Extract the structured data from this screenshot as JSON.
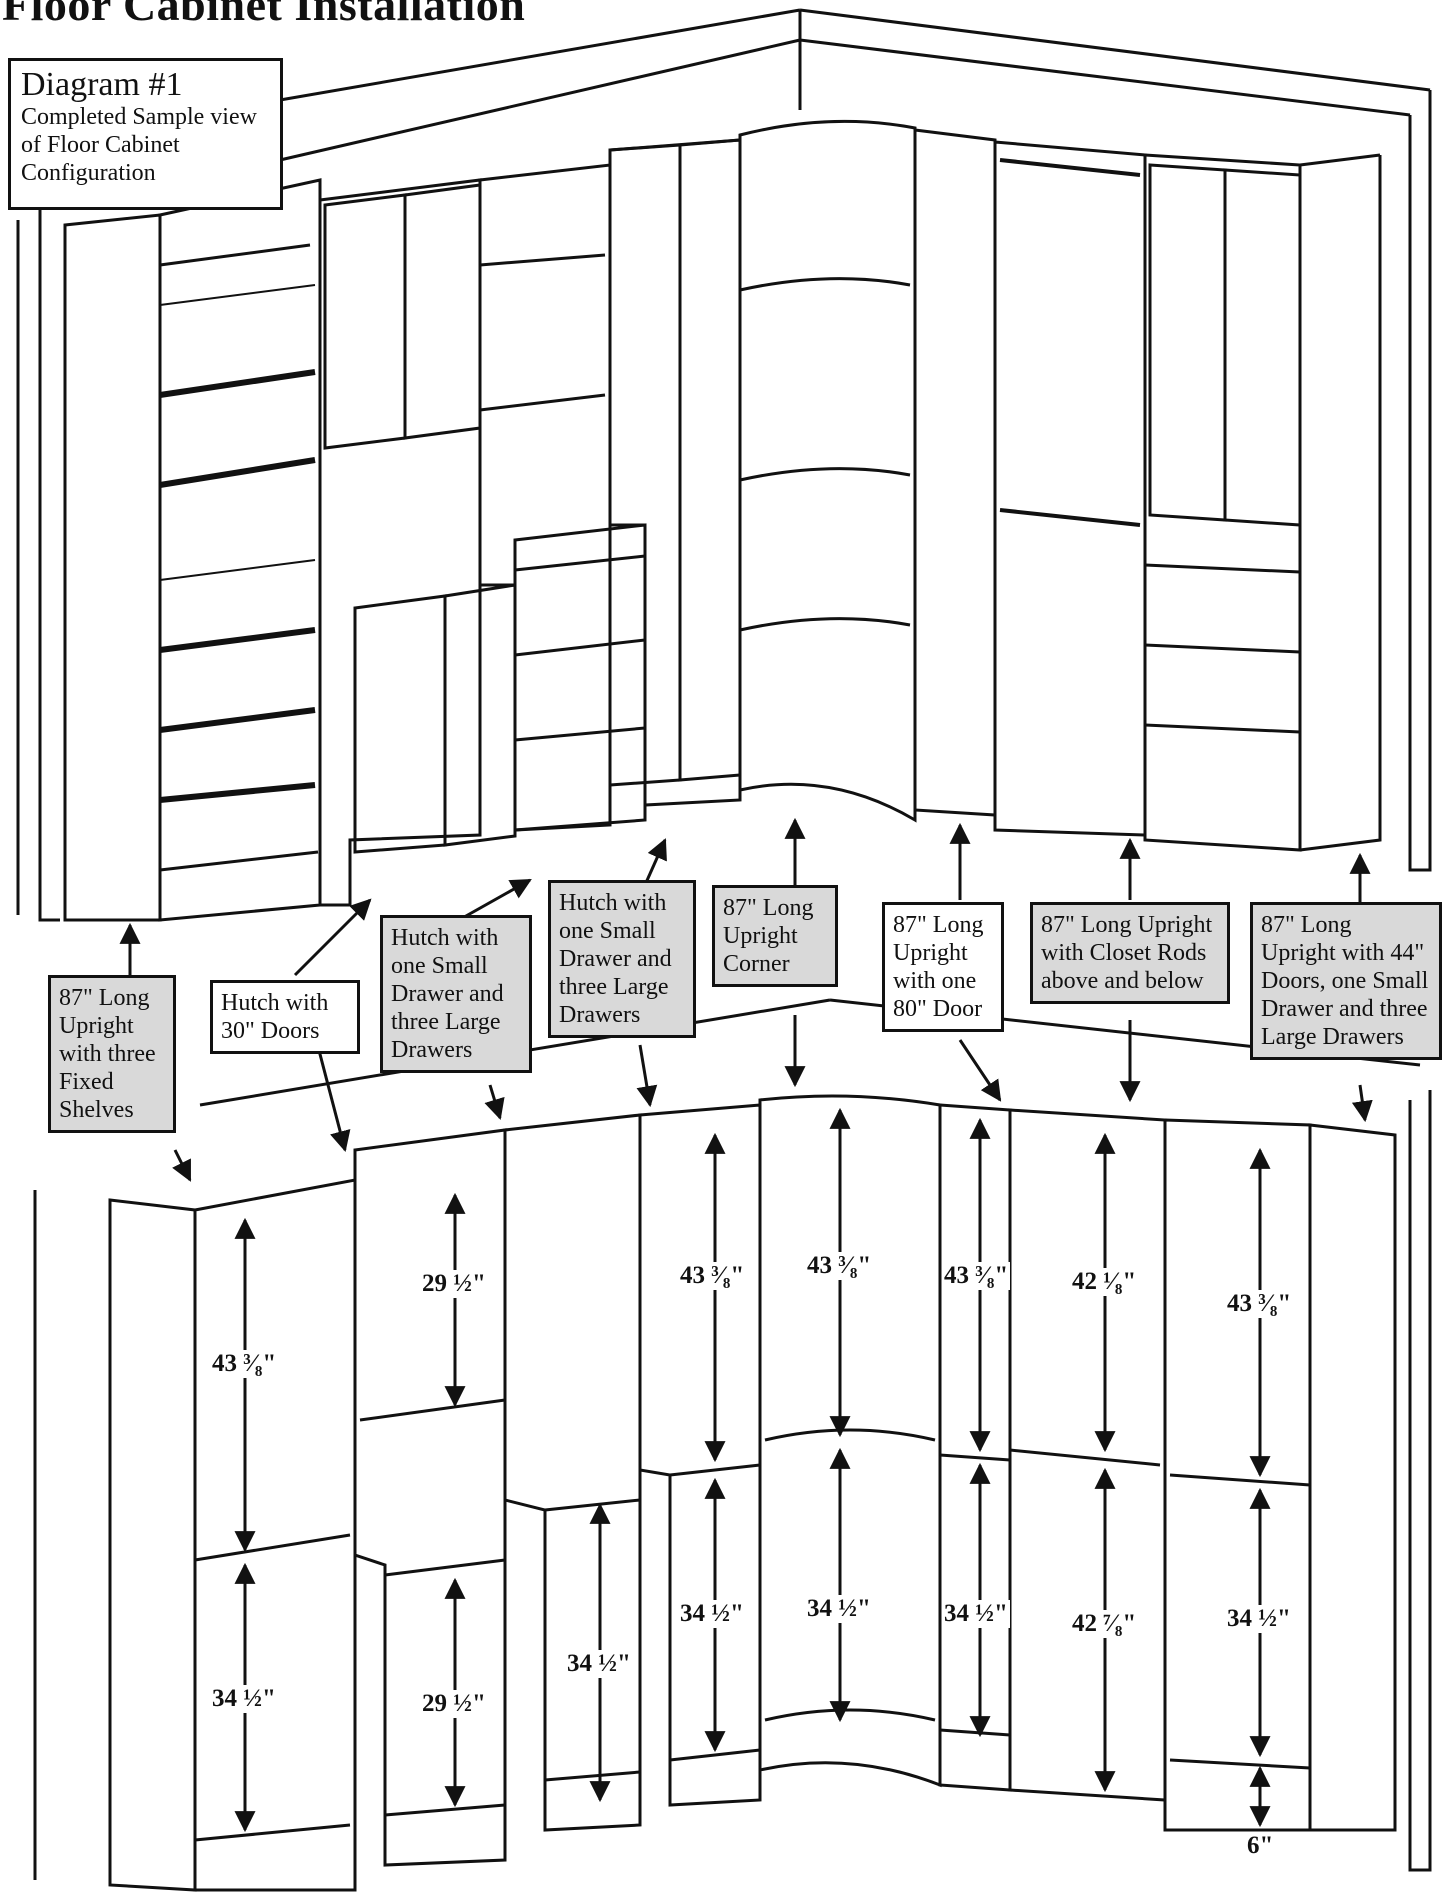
{
  "heading": "Floor Cabinet Installation",
  "diagram_box": {
    "title": "Diagram #1",
    "description": "Completed Sample view of Floor Cabinet Configuration"
  },
  "callouts": [
    {
      "id": "three-fixed-shelves",
      "text": "87\" Long Upright with three Fixed Shelves"
    },
    {
      "id": "hutch-30-doors",
      "text": "Hutch with 30\" Doors"
    },
    {
      "id": "hutch-drawers-a",
      "text": "Hutch with one Small Drawer and three Large Drawers"
    },
    {
      "id": "hutch-drawers-b",
      "text": "Hutch with one Small Drawer and three Large Drawers"
    },
    {
      "id": "upright-corner",
      "text": "87\" Long Upright Corner"
    },
    {
      "id": "upright-80-door",
      "text": "87\" Long Upright with one 80\" Door"
    },
    {
      "id": "closet-rods",
      "text": "87\" Long Upright with Closet Rods above and below"
    },
    {
      "id": "44-doors",
      "text": "87\" Long Upright with 44\" Doors, one Small Drawer and three Large Drawers"
    }
  ],
  "dimensions": [
    {
      "id": "a-upper",
      "text": "43 ³⁄₈\""
    },
    {
      "id": "a-lower",
      "text": "34 ½\""
    },
    {
      "id": "b-upper",
      "text": "29 ½\""
    },
    {
      "id": "b-lower",
      "text": "29 ½\""
    },
    {
      "id": "c-lower",
      "text": "34 ½\""
    },
    {
      "id": "d-upper",
      "text": "43 ³⁄₈\""
    },
    {
      "id": "d-lower",
      "text": "34 ½\""
    },
    {
      "id": "e-upper",
      "text": "43 ³⁄₈\""
    },
    {
      "id": "e-lower",
      "text": "34 ½\""
    },
    {
      "id": "f-upper",
      "text": "43 ³⁄₈\""
    },
    {
      "id": "f-lower",
      "text": "34 ½\""
    },
    {
      "id": "g-upper",
      "text": "42 ¹⁄₈\""
    },
    {
      "id": "g-lower",
      "text": "42 ⁷⁄₈\""
    },
    {
      "id": "h-upper",
      "text": "43 ³⁄₈\""
    },
    {
      "id": "h-lower",
      "text": "34 ½\""
    },
    {
      "id": "h-base",
      "text": "6\""
    }
  ]
}
